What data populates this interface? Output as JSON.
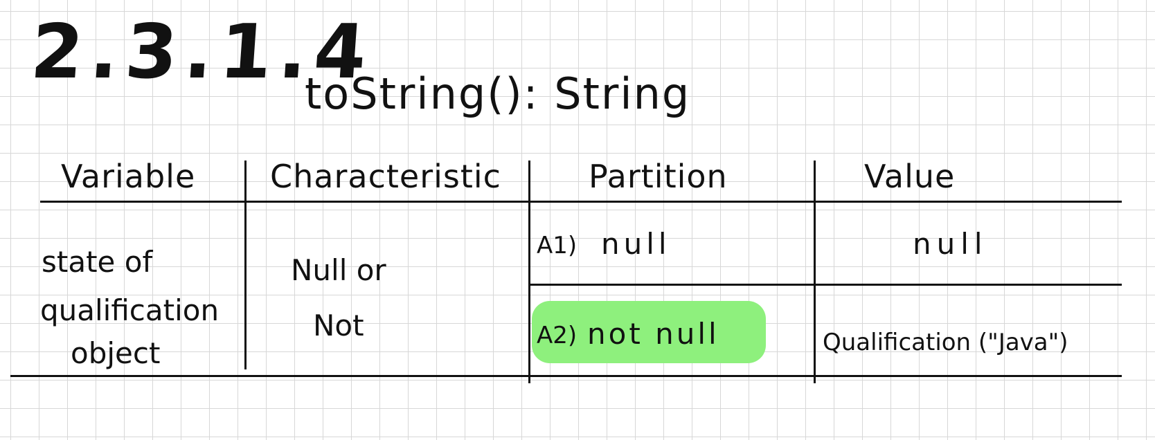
{
  "section_number": "2.3.1.4",
  "method_signature": "toString(): String",
  "table": {
    "headers": [
      "Variable",
      "Characteristic",
      "Partition",
      "Value"
    ],
    "variable": [
      "state of",
      "qualification",
      "object"
    ],
    "characteristic": [
      "Null or",
      "Not"
    ],
    "partitions": [
      {
        "id": "A1)",
        "label": "null",
        "value": "null",
        "highlighted": false
      },
      {
        "id": "A2)",
        "label": "not null",
        "value": "Qualification (\"Java\")",
        "highlighted": true
      }
    ]
  },
  "highlight_color": "#8ef07d"
}
